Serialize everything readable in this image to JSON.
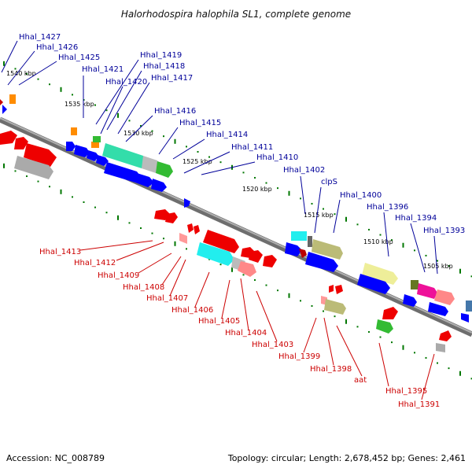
{
  "title": "Halorhodospira halophila SL1, complete genome",
  "footer": {
    "accession": "Accession: NC_008789",
    "topology": "Topology: circular; Length: 2,678,452 bp; Genes: 2,461"
  },
  "colors": {
    "forward_label": "#000099",
    "reverse_label": "#cc0000",
    "backbone": "#808080",
    "tick": "#007700"
  },
  "scale_labels": [
    {
      "text": "1540 kbp"
    },
    {
      "text": "1535 kbp"
    },
    {
      "text": "1530 kbp"
    },
    {
      "text": "1525 kbp"
    },
    {
      "text": "1520 kbp"
    },
    {
      "text": "1515 kbp"
    },
    {
      "text": "1510 kbp"
    },
    {
      "text": "1505 kbp"
    }
  ],
  "forward_labels": [
    "Hhal_1427",
    "Hhal_1426",
    "Hhal_1425",
    "Hhal_1421",
    "Hhal_1419",
    "Hhal_1418",
    "Hhal_1420",
    "Hhal_1417",
    "Hhal_1416",
    "Hhal_1415",
    "Hhal_1414",
    "Hhal_1411",
    "Hhal_1410",
    "Hhal_1402",
    "clpS",
    "Hhal_1400",
    "Hhal_1396",
    "Hhal_1394",
    "Hhal_1393"
  ],
  "reverse_labels": [
    "Hhal_1413",
    "Hhal_1412",
    "Hhal_1409",
    "Hhal_1408",
    "Hhal_1407",
    "Hhal_1406",
    "Hhal_1405",
    "Hhal_1404",
    "Hhal_1403",
    "Hhal_1399",
    "Hhal_1398",
    "aat",
    "Hhal_1395",
    "Hhal_1391"
  ]
}
